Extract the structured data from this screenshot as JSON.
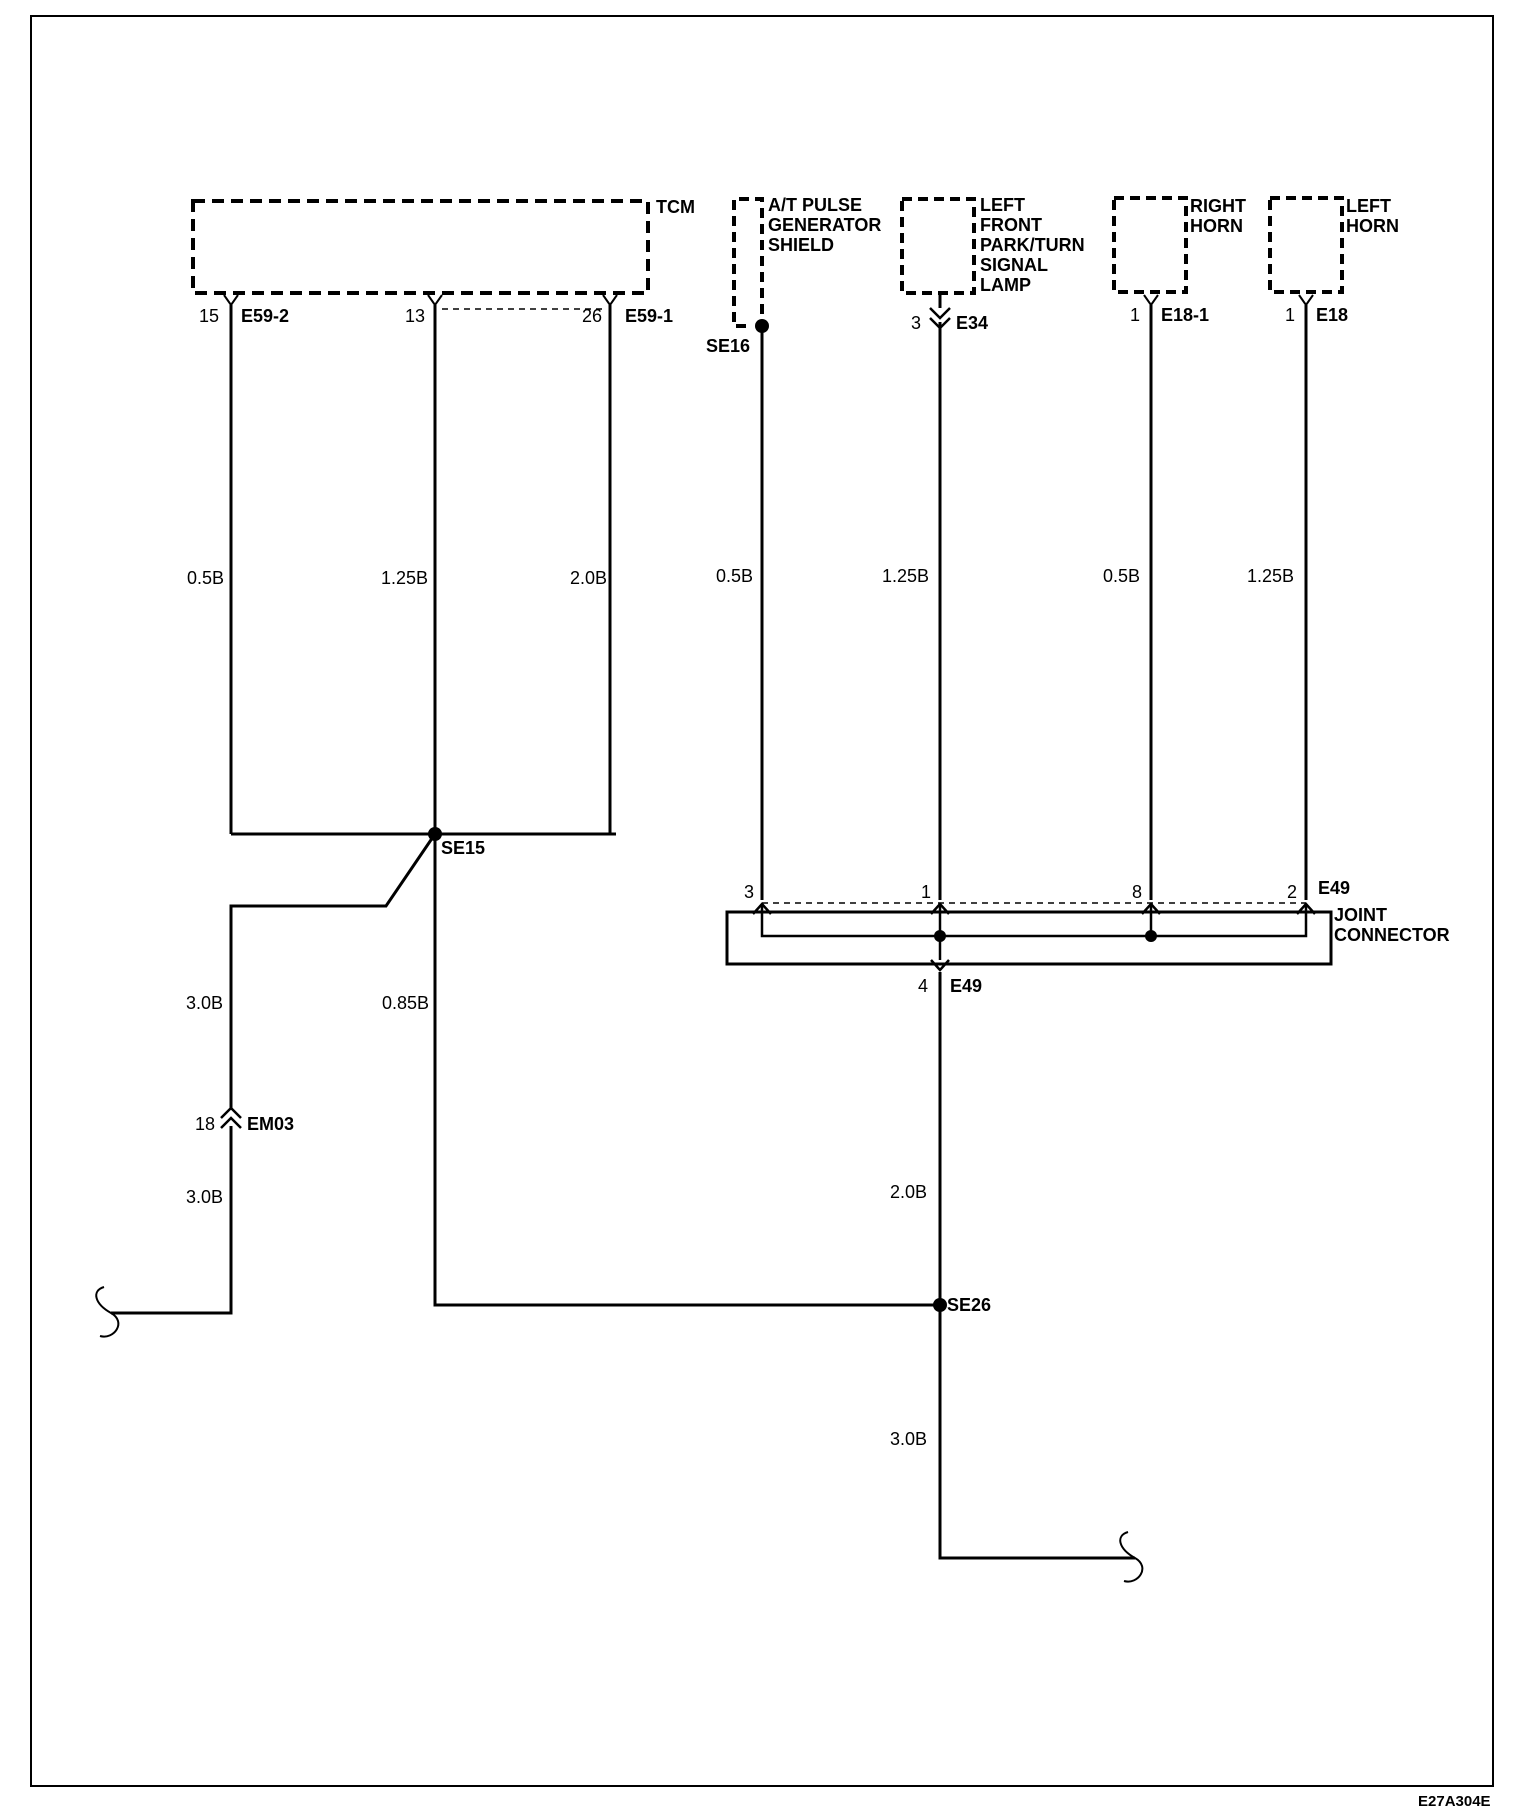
{
  "components": {
    "tcm": "TCM",
    "at_pulse_generator_shield": [
      "A/T PULSE",
      "GENERATOR",
      "SHIELD"
    ],
    "left_front_park_turn_signal_lamp": [
      "LEFT",
      "FRONT",
      "PARK/TURN",
      "SIGNAL",
      "LAMP"
    ],
    "right_horn": [
      "RIGHT",
      "HORN"
    ],
    "left_horn": [
      "LEFT",
      "HORN"
    ],
    "joint_connector": [
      "JOINT",
      "CONNECTOR"
    ]
  },
  "connectors": {
    "e59_2": "E59-2",
    "e59_1": "E59-1",
    "e34": "E34",
    "e18_1": "E18-1",
    "e18": "E18",
    "e49_top": "E49",
    "e49_bottom": "E49",
    "em03": "EM03"
  },
  "pins": {
    "tcm_15": "15",
    "tcm_13": "13",
    "tcm_26": "26",
    "e34_3": "3",
    "e18_1_1": "1",
    "e18_1": "1",
    "e49_3": "3",
    "e49_1": "1",
    "e49_8": "8",
    "e49_2": "2",
    "e49_4": "4",
    "em03_18": "18"
  },
  "splices": {
    "se15": "SE15",
    "se16": "SE16",
    "se26": "SE26"
  },
  "wires": {
    "tcm_15": "0.5B",
    "tcm_13": "1.25B",
    "tcm_26": "2.0B",
    "se16": "0.5B",
    "e34": "1.25B",
    "right_horn": "0.5B",
    "left_horn": "1.25B",
    "se15_to_em03": "3.0B",
    "se15_to_se26": "0.85B",
    "em03_out": "3.0B",
    "e49_to_se26": "2.0B",
    "se26_out": "3.0B"
  },
  "figure_code": "E27A304E"
}
